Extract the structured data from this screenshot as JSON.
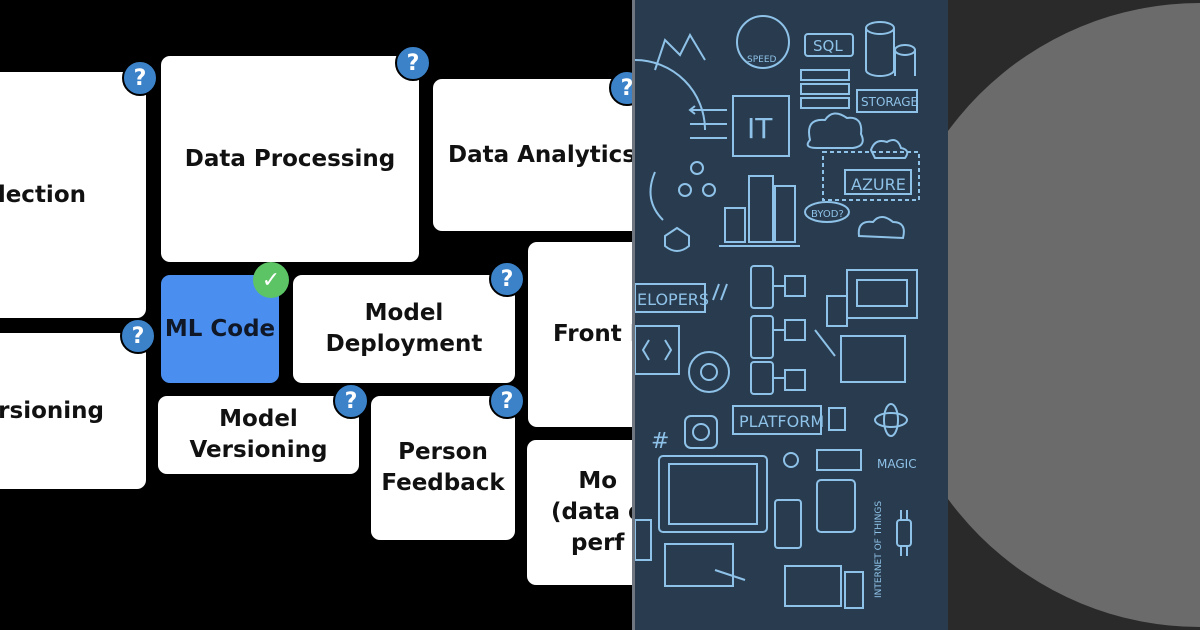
{
  "cards": [
    {
      "id": "collection",
      "text": "llection"
    },
    {
      "id": "processing",
      "text": "Data Processing"
    },
    {
      "id": "analytics",
      "text": "Data Analytics"
    },
    {
      "id": "versioning-left",
      "text": "ersioning"
    },
    {
      "id": "ml-code",
      "text": "ML Code"
    },
    {
      "id": "deployment",
      "text": "Model\nDeployment"
    },
    {
      "id": "front-end",
      "text": "Front E"
    },
    {
      "id": "model-versioning",
      "text": "Model\nVersioning"
    },
    {
      "id": "person-feedback",
      "text": "Person\nFeedback"
    },
    {
      "id": "monitoring",
      "text": "Mo\n(data d\nperf"
    }
  ],
  "badges": {
    "question": "?",
    "check": "✓"
  },
  "doodle_labels": {
    "speed": "SPEED",
    "sql": "SQL",
    "storage": "STORAGE",
    "it": "IT",
    "azure": "AZURE",
    "byod": "BYOD?",
    "developers": "ELOPERS",
    "platform": "PLATFORM",
    "magic": "MAGIC",
    "iot": "INTERNET OF THINGS",
    "hash": "#"
  },
  "colors": {
    "card": "#ffffff",
    "ml_code": "#4a8ff0",
    "question_badge": "#3b82c9",
    "check_badge": "#5cc465",
    "doodle_bg": "#293b4e",
    "doodle_line": "#8ec2e8",
    "circle": "#6b6b6b"
  }
}
